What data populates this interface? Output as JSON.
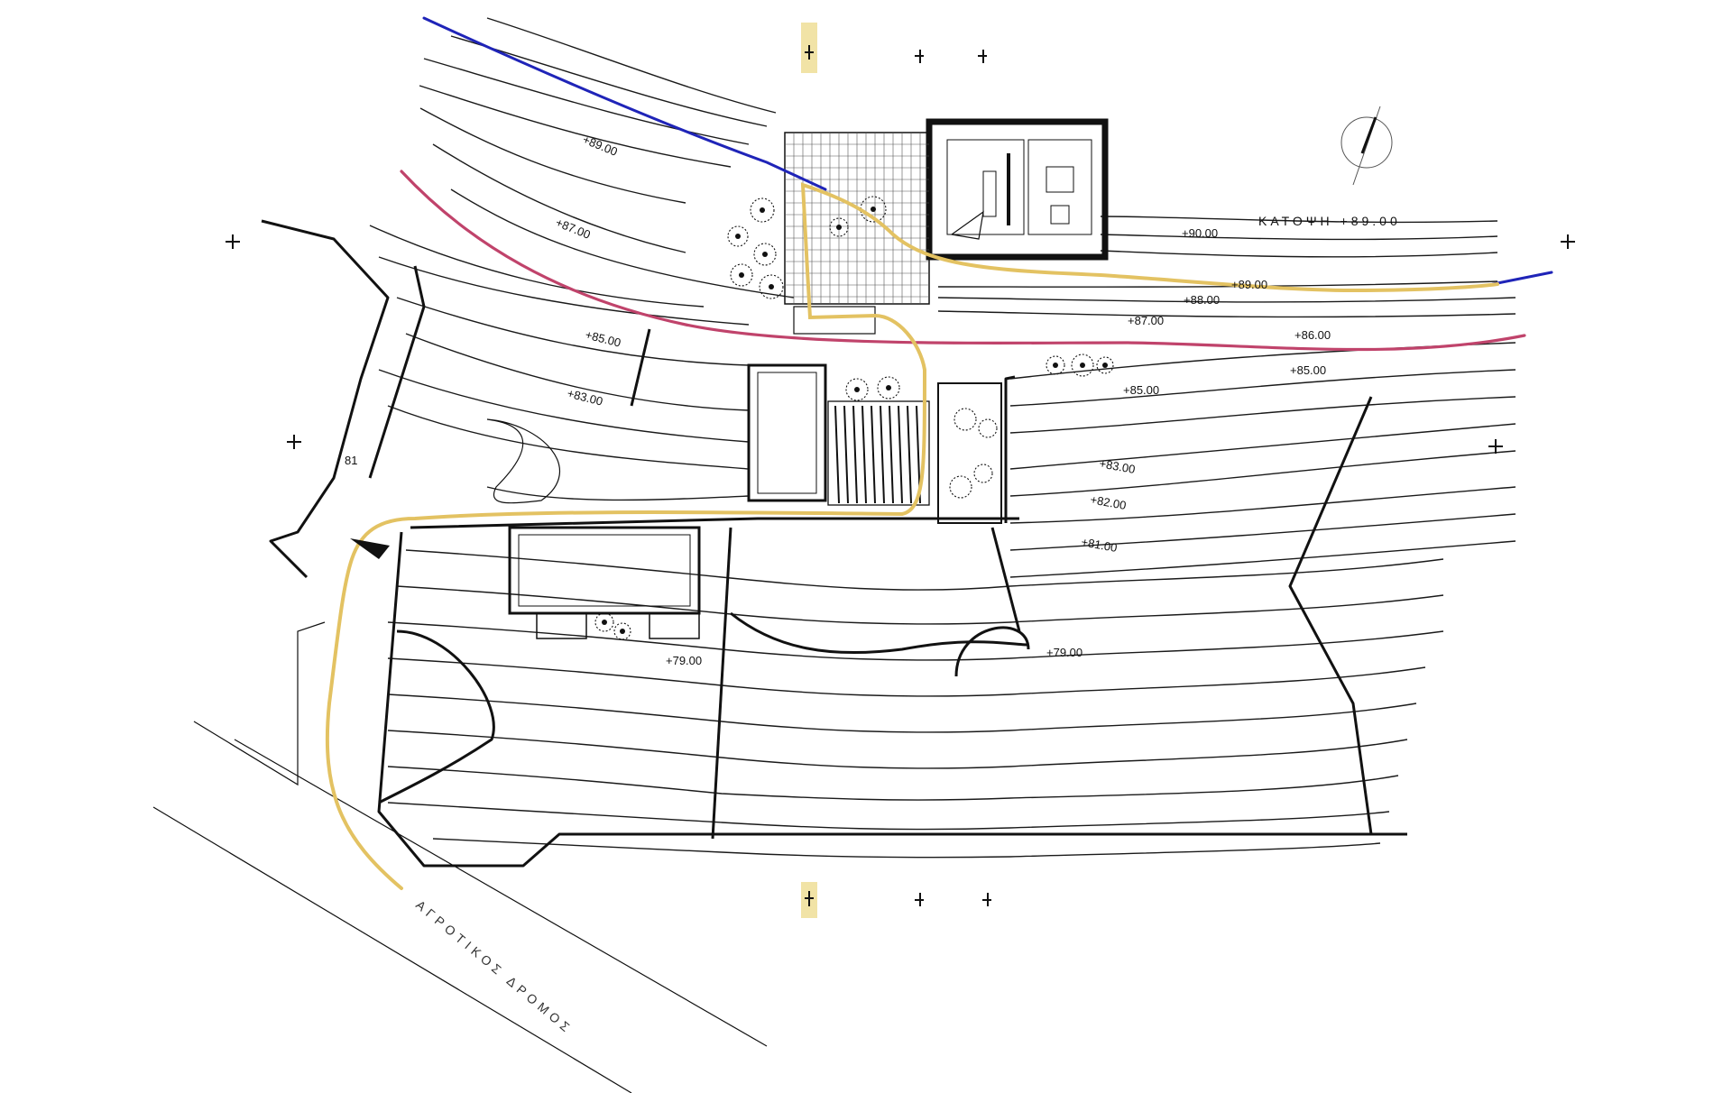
{
  "plan": {
    "title": "ΚΑΤΟΨΗ +89.00",
    "road_label": "ΑΓΡΟΤΙΚΟΣ ΔΡΟΜΟΣ",
    "levels": {
      "l89_top": "+89.00",
      "l87_top": "+87.00",
      "l85_left": "+85.00",
      "l83_left": "+83.00",
      "l81_left": "81",
      "l90": "+90.00",
      "l89_right": "+89.00",
      "l88": "+88.00",
      "l87_right": "+87.00",
      "l86": "+86.00",
      "l85_right": "+85.00",
      "l85_mid": "+85.00",
      "l83_right": "+83.00",
      "l82": "+82.00",
      "l81_right": "+81.00",
      "l79_left": "+79.00",
      "l79_right": "+79.00"
    }
  },
  "colors": {
    "yellow_path": "#e3c262",
    "blue_line": "#1f24b8",
    "red_line": "#c0436b"
  }
}
